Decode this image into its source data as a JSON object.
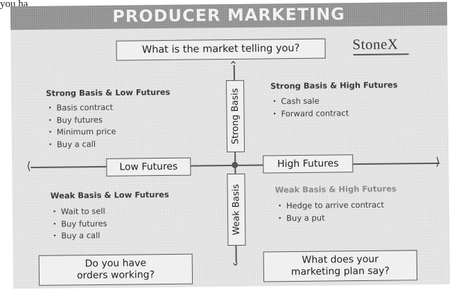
{
  "top_clip_text": "you ha",
  "banner": {
    "title": "PRODUCER MARKETING"
  },
  "question": "What is the market telling you?",
  "brand": "StoneX",
  "quadrants": {
    "top_left": {
      "title": "Strong Basis & Low Futures",
      "items": [
        "Basis contract",
        "Buy futures",
        "Minimum price",
        "Buy a call"
      ]
    },
    "top_right": {
      "title": "Strong Basis & High Futures",
      "items": [
        "Cash sale",
        "Forward contract"
      ]
    },
    "bottom_left": {
      "title": "Weak Basis & Low Futures",
      "items": [
        "Wait to sell",
        "Buy futures",
        "Buy a call"
      ]
    },
    "bottom_right": {
      "title": "Weak Basis & High Futures",
      "items": [
        "Hedge to arrive contract",
        "Buy a put"
      ]
    }
  },
  "axis": {
    "low": "Low Futures",
    "high": "High Futures",
    "strong": "Strong Basis",
    "weak": "Weak Basis"
  },
  "bottom": {
    "orders": [
      "Do you have",
      "orders working?"
    ],
    "plan": [
      "What does your",
      "marketing plan say?"
    ]
  }
}
